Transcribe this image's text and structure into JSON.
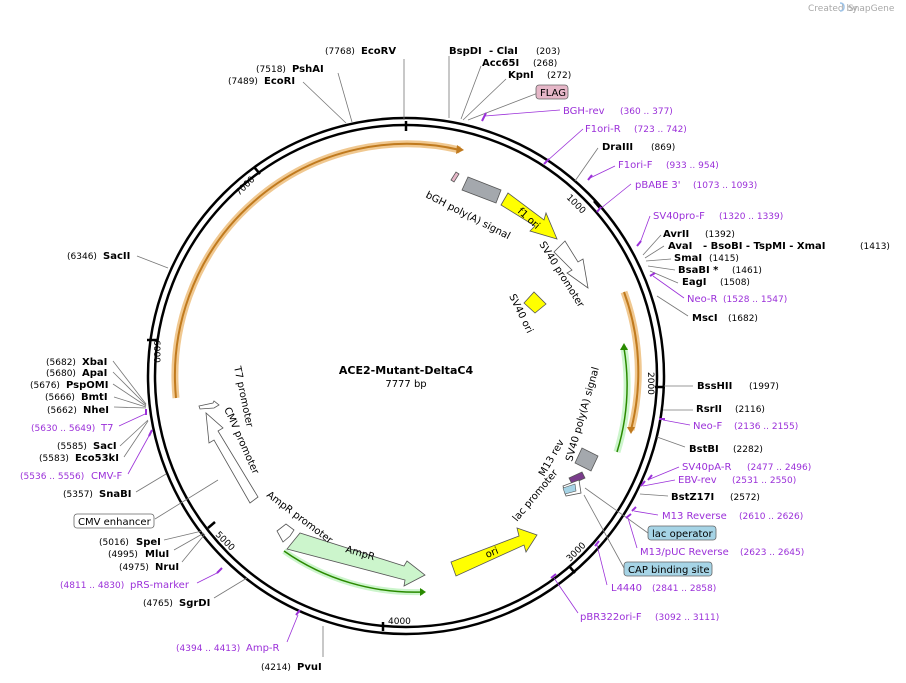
{
  "branding": {
    "created_by": "Created by",
    "app": "SnapGene"
  },
  "plasmid": {
    "name": "ACE2-Mutant-DeltaC4",
    "size": "7777 bp"
  },
  "ticks": [
    "1000",
    "2000",
    "3000",
    "4000",
    "5000",
    "6000",
    "7000"
  ],
  "features": {
    "bgh": "bGH poly(A) signal",
    "f1ori": "f1 ori",
    "sv40promoter": "SV40 promoter",
    "sv40ori": "SV40 ori",
    "sv40polya": "SV40 poly(A) signal",
    "m13rev": "M13 rev",
    "lacpromoter": "lac promoter",
    "ori": "ori",
    "ampr": "AmpR",
    "amprpromoter": "AmpR promoter",
    "cmvpromoter": "CMV promoter",
    "t7promoter": "T7 promoter"
  },
  "boxes": {
    "flag": "FLAG",
    "cmv_enhancer": "CMV enhancer",
    "lac_operator": "lac operator",
    "cap": "CAP binding site"
  },
  "sites": {
    "ecorv": {
      "name": "EcoRV",
      "pos": "(7768)"
    },
    "pshai": {
      "name": "PshAI",
      "pos": "(7518)"
    },
    "ecori": {
      "name": "EcoRI",
      "pos": "(7489)"
    },
    "bspdi": {
      "name": "BspDI",
      "sep": "- ClaI",
      "pos": "(203)"
    },
    "acc65i": {
      "name": "Acc65I",
      "pos": "(268)"
    },
    "kpni": {
      "name": "KpnI",
      "pos": "(272)"
    },
    "draiii": {
      "name": "DraIII",
      "pos": "(869)"
    },
    "avrii": {
      "name": "AvrII",
      "pos": "(1392)"
    },
    "avai": {
      "name": "AvaI",
      "rest": "- BsoBI  - TspMI  - XmaI",
      "pos": "(1413)"
    },
    "smai": {
      "name": "SmaI",
      "pos": "(1415)"
    },
    "bsabi": {
      "name": "BsaBI *",
      "pos": "(1461)"
    },
    "eagi": {
      "name": "EagI",
      "pos": "(1508)"
    },
    "msci": {
      "name": "MscI",
      "pos": "(1682)"
    },
    "bsshii": {
      "name": "BssHII",
      "pos": "(1997)"
    },
    "rsrii": {
      "name": "RsrII",
      "pos": "(2116)"
    },
    "bstbi": {
      "name": "BstBI",
      "pos": "(2282)"
    },
    "bstz17i": {
      "name": "BstZ17I",
      "pos": "(2572)"
    },
    "pvui": {
      "name": "PvuI",
      "pos": "(4214)"
    },
    "sgrdi": {
      "name": "SgrDI",
      "pos": "(4765)"
    },
    "nrui": {
      "name": "NruI",
      "pos": "(4975)"
    },
    "mlui": {
      "name": "MluI",
      "pos": "(4995)"
    },
    "spei": {
      "name": "SpeI",
      "pos": "(5016)"
    },
    "snabi": {
      "name": "SnaBI",
      "pos": "(5357)"
    },
    "eco53ki": {
      "name": "Eco53kI",
      "pos": "(5583)"
    },
    "saci": {
      "name": "SacI",
      "pos": "(5585)"
    },
    "nhei": {
      "name": "NheI",
      "pos": "(5662)"
    },
    "bmti": {
      "name": "BmtI",
      "pos": "(5666)"
    },
    "pspomi": {
      "name": "PspOMI",
      "pos": "(5676)"
    },
    "apai": {
      "name": "ApaI",
      "pos": "(5680)"
    },
    "xbai": {
      "name": "XbaI",
      "pos": "(5682)"
    },
    "sacii": {
      "name": "SacII",
      "pos": "(6346)"
    }
  },
  "primers": {
    "bghrev": {
      "name": "BGH-rev",
      "pos": "(360 .. 377)"
    },
    "f1orir": {
      "name": "F1ori-R",
      "pos": "(723 .. 742)"
    },
    "f1orif": {
      "name": "F1ori-F",
      "pos": "(933 .. 954)"
    },
    "pbabe": {
      "name": "pBABE 3'",
      "pos": "(1073 .. 1093)"
    },
    "sv40prof": {
      "name": "SV40pro-F",
      "pos": "(1320 .. 1339)"
    },
    "neor": {
      "name": "Neo-R",
      "pos": "(1528 .. 1547)"
    },
    "neof": {
      "name": "Neo-F",
      "pos": "(2136 .. 2155)"
    },
    "sv40par": {
      "name": "SV40pA-R",
      "pos": "(2477 .. 2496)"
    },
    "ebvrev": {
      "name": "EBV-rev",
      "pos": "(2531 .. 2550)"
    },
    "m13reverse": {
      "name": "M13 Reverse",
      "pos": "(2610 .. 2626)"
    },
    "m13puc": {
      "name": "M13/pUC Reverse",
      "pos": "(2623 .. 2645)"
    },
    "l4440": {
      "name": "L4440",
      "pos": "(2841 .. 2858)"
    },
    "pbr322": {
      "name": "pBR322ori-F",
      "pos": "(3092 .. 3111)"
    },
    "ampr": {
      "name": "Amp-R",
      "pos": "(4394 .. 4413)"
    },
    "prs": {
      "name": "pRS-marker",
      "pos": "(4811 .. 4830)"
    },
    "cmvf": {
      "name": "CMV-F",
      "pos": "(5536 .. 5556)"
    },
    "t7": {
      "name": "T7",
      "pos": "(5630 .. 5649)"
    }
  },
  "colors": {
    "backbone": "#000000",
    "primer": "#9b30d9",
    "orf_halo": "#f0c890",
    "orf": "#c07a1e",
    "ampr_fill": "#ccf5cc",
    "ampr_line": "#2a8a00",
    "yellow": "#ffff00",
    "grey": "#a4a8ad",
    "flag": "#e6b7c8",
    "lac": "#a6d4e6"
  }
}
